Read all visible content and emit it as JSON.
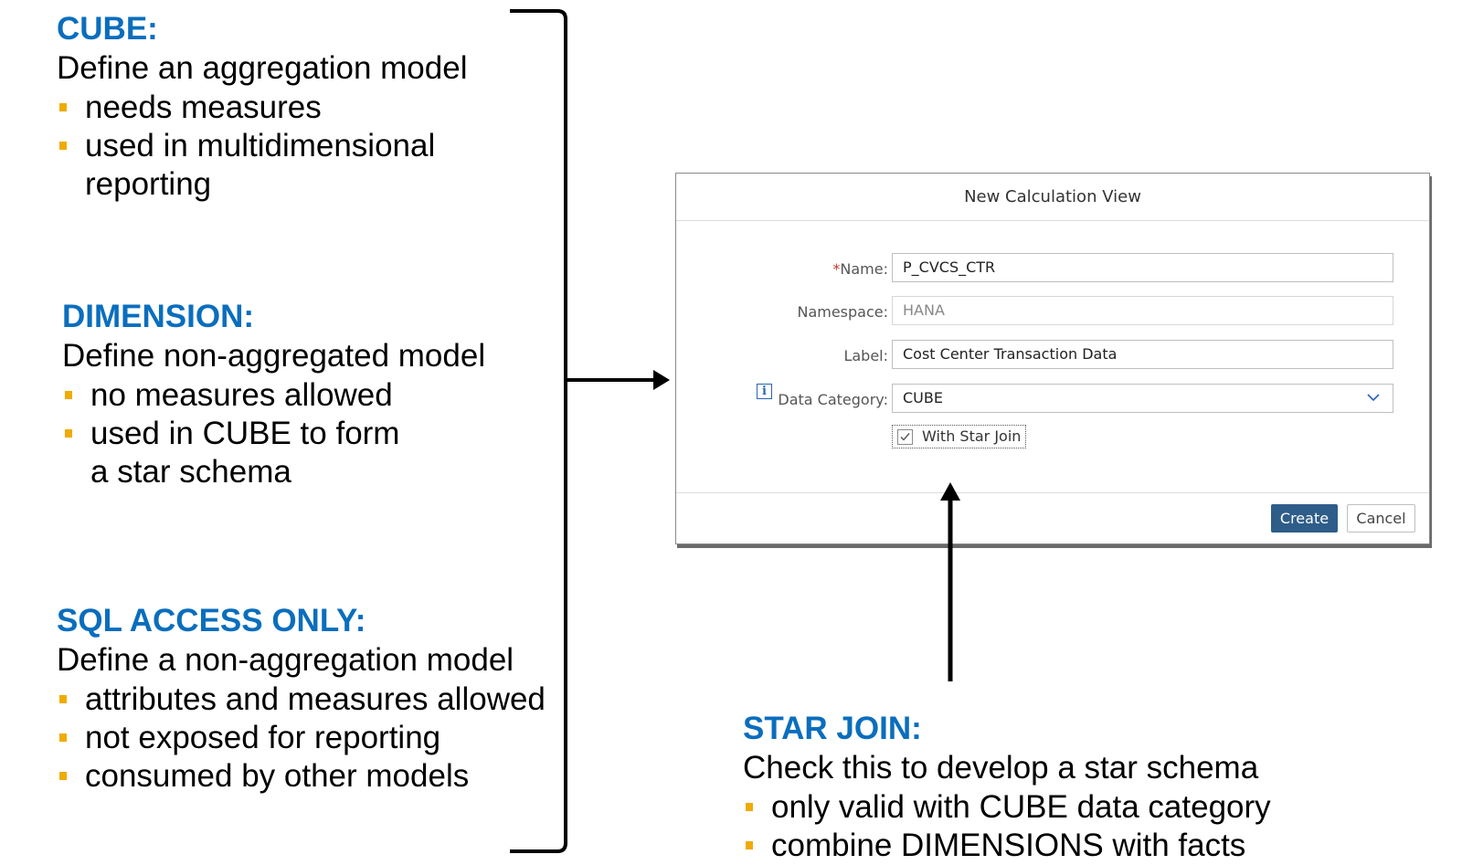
{
  "left_panel": {
    "cube": {
      "heading": "CUBE:",
      "subtitle": "Define an aggregation model",
      "bullets": [
        "needs measures",
        "used in multidimensional",
        "reporting"
      ]
    },
    "dimension": {
      "heading": "DIMENSION:",
      "subtitle": "Define non-aggregated model",
      "bullets": [
        "no measures allowed",
        "used in CUBE to form",
        "a star schema"
      ]
    },
    "sql": {
      "heading": "SQL ACCESS ONLY:",
      "subtitle": "Define a non-aggregation model",
      "bullets": [
        "attributes and measures allowed",
        "not exposed for reporting",
        "consumed by other models"
      ]
    }
  },
  "dialog": {
    "title": "New Calculation View",
    "fields": {
      "name_required_mark": "*",
      "name_label": "Name:",
      "name_value": "P_CVCS_CTR",
      "namespace_label": "Namespace:",
      "namespace_value": "HANA",
      "label_label": "Label:",
      "label_value": "Cost Center Transaction Data",
      "category_label": "Data Category:",
      "category_value": "CUBE"
    },
    "checkbox": {
      "label": "With Star Join",
      "checked": true
    },
    "buttons": {
      "create": "Create",
      "cancel": "Cancel"
    }
  },
  "star_join": {
    "heading": "STAR JOIN:",
    "subtitle": "Check this to develop a star schema",
    "bullets": [
      "only valid with CUBE data category",
      "combine DIMENSIONS with facts"
    ]
  },
  "colors": {
    "heading": "#0a6ebd",
    "bullet_square": "#f0ab00",
    "create_button": "#2f5d8a",
    "required_mark": "#c0392b"
  },
  "icons": {
    "info": "info-icon",
    "dropdown": "chevron-down-icon",
    "check": "checkmark-icon"
  }
}
